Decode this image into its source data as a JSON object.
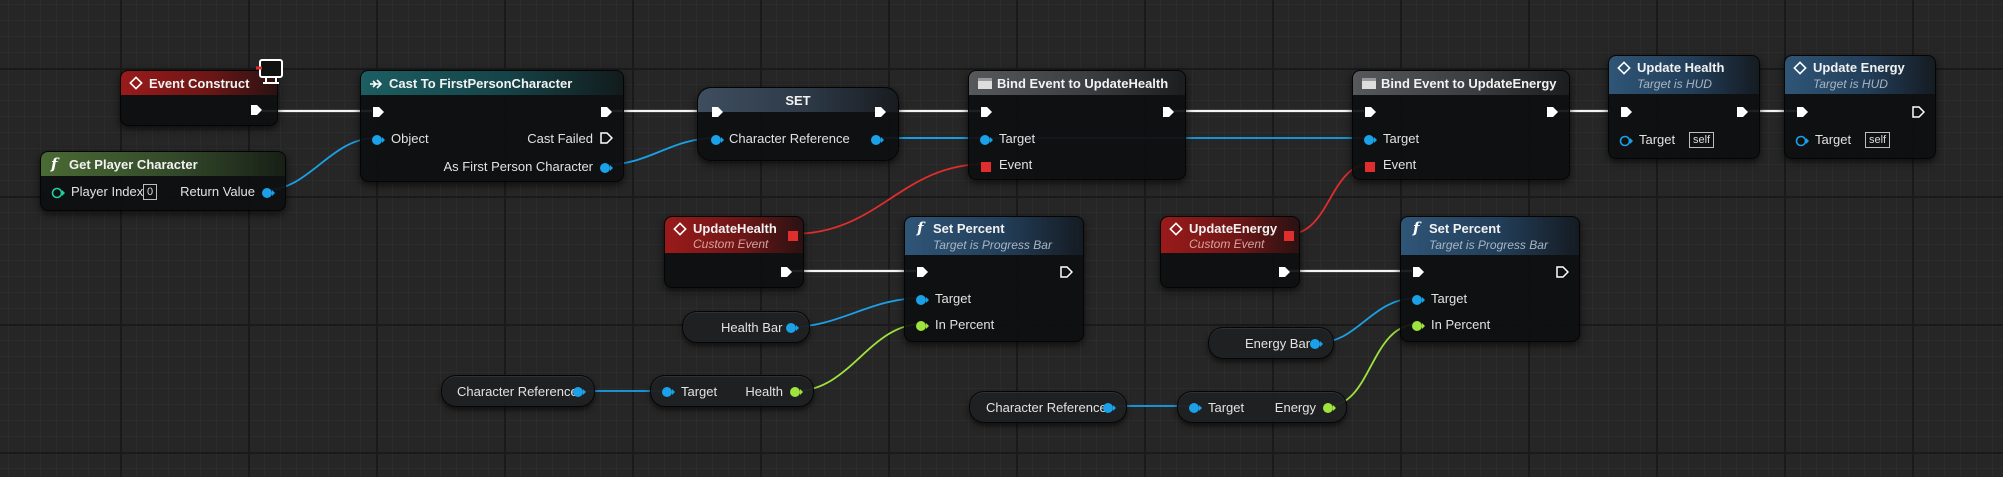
{
  "colors": {
    "exec": "#ffffff",
    "object": "#1aa1e8",
    "float": "#9ee33e",
    "delegate": "#e02d2d",
    "int": "#1fd0a5"
  },
  "nodes": {
    "event_construct": {
      "title": "Event Construct",
      "icon": "event-diamond-icon",
      "badge": "client-monitor-icon"
    },
    "cast": {
      "title": "Cast To FirstPersonCharacter",
      "icon": "cast-arrow-icon",
      "pin_object": "Object",
      "pin_cast_failed": "Cast Failed",
      "pin_as_fpc": "As First Person Character"
    },
    "get_player": {
      "title": "Get Player Character",
      "icon": "function-f-icon",
      "pin_player_index": "Player Index",
      "player_index_value": "0",
      "pin_return": "Return Value"
    },
    "set": {
      "title": "SET",
      "pin_char_ref": "Character Reference"
    },
    "bind_health": {
      "title": "Bind Event to UpdateHealth",
      "icon": "bind-event-icon",
      "pin_target": "Target",
      "pin_event": "Event"
    },
    "bind_energy": {
      "title": "Bind Event to UpdateEnergy",
      "icon": "bind-event-icon",
      "pin_target": "Target",
      "pin_event": "Event"
    },
    "update_health": {
      "title": "Update Health",
      "subtitle": "Target is HUD",
      "pin_target": "Target",
      "self_value": "self"
    },
    "update_energy": {
      "title": "Update Energy",
      "subtitle": "Target is HUD",
      "pin_target": "Target",
      "self_value": "self"
    },
    "evt_update_health": {
      "title": "UpdateHealth",
      "subtitle": "Custom Event"
    },
    "evt_update_energy": {
      "title": "UpdateEnergy",
      "subtitle": "Custom Event"
    },
    "set_percent_health": {
      "title": "Set Percent",
      "subtitle": "Target is Progress Bar",
      "pin_target": "Target",
      "pin_in_percent": "In Percent"
    },
    "set_percent_energy": {
      "title": "Set Percent",
      "subtitle": "Target is Progress Bar",
      "pin_target": "Target",
      "pin_in_percent": "In Percent"
    },
    "var_health_bar": {
      "label": "Health Bar"
    },
    "var_energy_bar": {
      "label": "Energy Bar"
    },
    "var_char_ref_1": {
      "label": "Character Reference"
    },
    "var_char_ref_2": {
      "label": "Character Reference"
    },
    "get_health": {
      "pin_target": "Target",
      "pin_out": "Health"
    },
    "get_energy": {
      "pin_target": "Target",
      "pin_out": "Energy"
    }
  }
}
